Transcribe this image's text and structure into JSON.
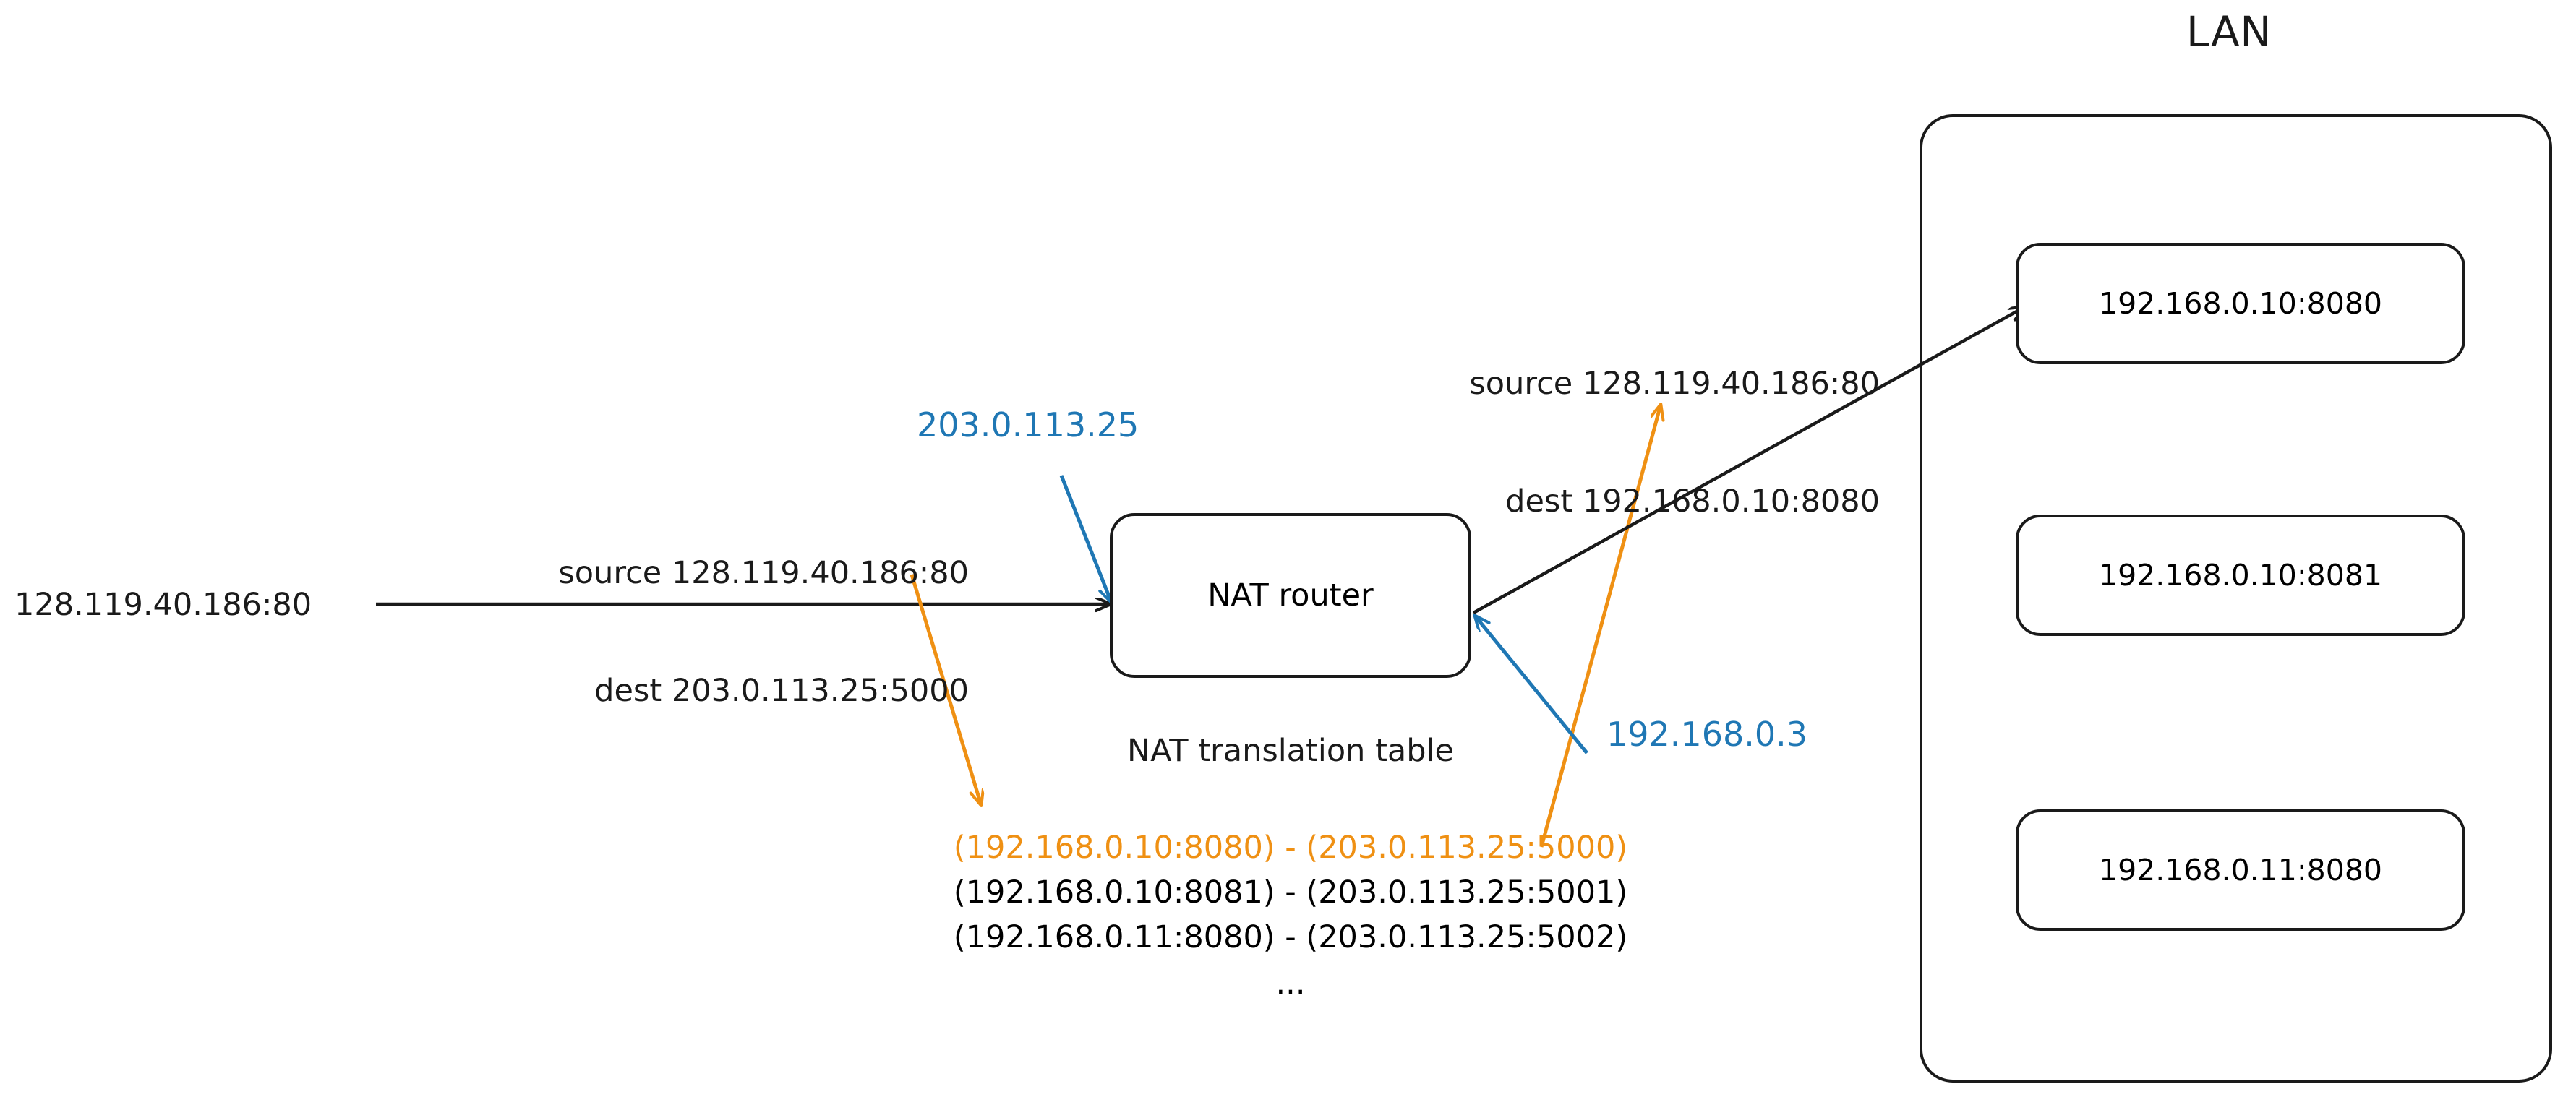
{
  "diagram": {
    "title": "NAT translation",
    "colors": {
      "ink": "#1a1a1a",
      "blue": "#1f77b4",
      "orange": "#ef9013",
      "background": "#ffffff"
    }
  },
  "external_host": {
    "label": "128.119.40.186:80"
  },
  "inbound_packet": {
    "source_line": "source 128.119.40.186:80",
    "dest_line": "dest 203.0.113.25:5000"
  },
  "translated_packet": {
    "source_line": "source 128.119.40.186:80",
    "dest_line": "dest 192.168.0.10:8080"
  },
  "router": {
    "label": "NAT router",
    "wan_ip": "203.0.113.25",
    "lan_ip": "192.168.0.3"
  },
  "nat_table": {
    "caption": "NAT translation table",
    "rows": [
      {
        "text": "(192.168.0.10:8080) - (203.0.113.25:5000)",
        "highlighted": true
      },
      {
        "text": "(192.168.0.10:8081) - (203.0.113.25:5001)",
        "highlighted": false
      },
      {
        "text": "(192.168.0.11:8080) - (203.0.113.25:5002)",
        "highlighted": false
      }
    ],
    "more": "..."
  },
  "lan": {
    "title": "LAN",
    "hosts": [
      {
        "label": "192.168.0.10:8080"
      },
      {
        "label": "192.168.0.10:8081"
      },
      {
        "label": "192.168.0.11:8080"
      }
    ]
  }
}
